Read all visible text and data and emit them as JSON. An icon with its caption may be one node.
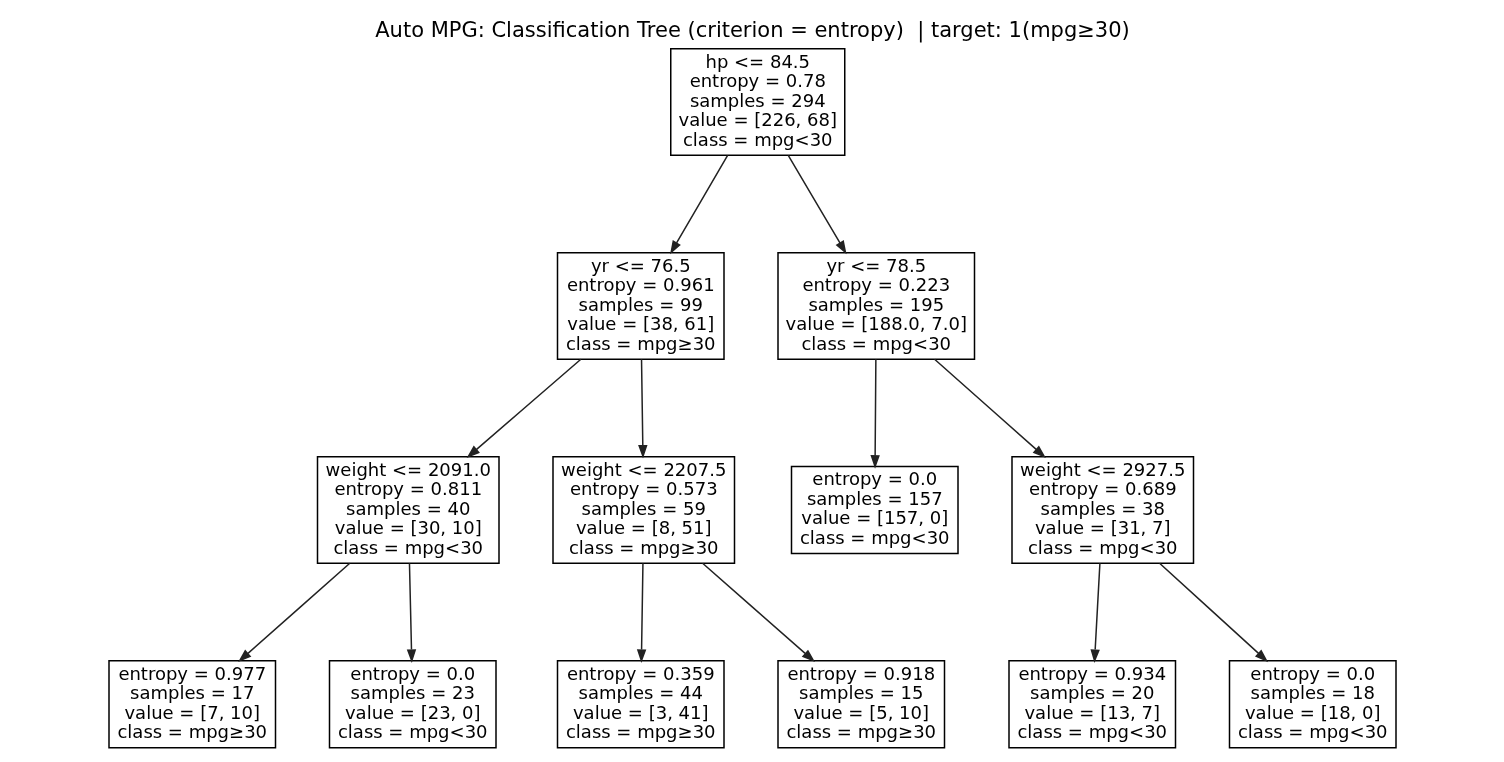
{
  "diagram": {
    "title": "Auto MPG: Classification Tree (criterion = entropy)  | target: 1(mpg≥30)",
    "nodes": [
      {
        "text": [
          "hp <= 84.5",
          "entropy = 0.78",
          "samples = 294",
          "value = [226, 68]",
          "class = mpg<30"
        ]
      },
      {
        "text": [
          "yr <= 76.5",
          "entropy = 0.961",
          "samples = 99",
          "value = [38, 61]",
          "class = mpg≥30"
        ]
      },
      {
        "text": [
          "yr <= 78.5",
          "entropy = 0.223",
          "samples = 195",
          "value = [188.0, 7.0]",
          "class = mpg<30"
        ]
      },
      {
        "text": [
          "weight <= 2091.0",
          "entropy = 0.811",
          "samples = 40",
          "value = [30, 10]",
          "class = mpg<30"
        ]
      },
      {
        "text": [
          "weight <= 2207.5",
          "entropy = 0.573",
          "samples = 59",
          "value = [8, 51]",
          "class = mpg≥30"
        ]
      },
      {
        "text": [
          "entropy = 0.0",
          "samples = 157",
          "value = [157, 0]",
          "class = mpg<30"
        ]
      },
      {
        "text": [
          "weight <= 2927.5",
          "entropy = 0.689",
          "samples = 38",
          "value = [31, 7]",
          "class = mpg<30"
        ]
      },
      {
        "text": [
          "entropy = 0.977",
          "samples = 17",
          "value = [7, 10]",
          "class = mpg≥30"
        ]
      },
      {
        "text": [
          "entropy = 0.0",
          "samples = 23",
          "value = [23, 0]",
          "class = mpg<30"
        ]
      },
      {
        "text": [
          "entropy = 0.359",
          "samples = 44",
          "value = [3, 41]",
          "class = mpg≥30"
        ]
      },
      {
        "text": [
          "entropy = 0.918",
          "samples = 15",
          "value = [5, 10]",
          "class = mpg≥30"
        ]
      },
      {
        "text": [
          "entropy = 0.934",
          "samples = 20",
          "value = [13, 7]",
          "class = mpg<30"
        ]
      },
      {
        "text": [
          "entropy = 0.0",
          "samples = 18",
          "value = [18, 0]",
          "class = mpg<30"
        ]
      }
    ],
    "edges": [
      {
        "from": 0,
        "to": 1,
        "arrow": "to"
      },
      {
        "from": 0,
        "to": 2,
        "arrow": "to"
      },
      {
        "from": 1,
        "to": 3,
        "arrow": "to"
      },
      {
        "from": 1,
        "to": 4,
        "arrow": "to"
      },
      {
        "from": 2,
        "to": 5,
        "arrow": "to"
      },
      {
        "from": 2,
        "to": 6,
        "arrow": "to"
      },
      {
        "from": 3,
        "to": 7,
        "arrow": "to"
      },
      {
        "from": 3,
        "to": 8,
        "arrow": "to"
      },
      {
        "from": 4,
        "to": 9,
        "arrow": "to"
      },
      {
        "from": 4,
        "to": 10,
        "arrow": "to"
      },
      {
        "from": 6,
        "to": 11,
        "arrow": "to"
      },
      {
        "from": 6,
        "to": 12,
        "arrow": "to"
      }
    ]
  }
}
